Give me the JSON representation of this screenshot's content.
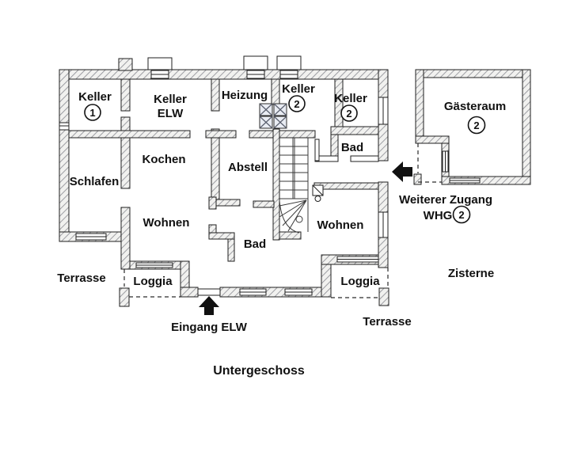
{
  "plan": {
    "title": "Untergeschoss",
    "rooms": {
      "keller1": {
        "label": "Keller",
        "number": "1"
      },
      "keller_elw": {
        "label_line1": "Keller",
        "label_line2": "ELW"
      },
      "heizung": {
        "label": "Heizung"
      },
      "keller2_mitte": {
        "label": "Keller",
        "number": "2"
      },
      "keller2_rechts": {
        "label": "Keller",
        "number": "2"
      },
      "bad_oben": {
        "label": "Bad"
      },
      "schlafen": {
        "label": "Schlafen"
      },
      "kochen": {
        "label": "Kochen"
      },
      "abstell": {
        "label": "Abstell"
      },
      "wohnen_links": {
        "label": "Wohnen"
      },
      "bad_mitte": {
        "label": "Bad"
      },
      "wohnen_rechts": {
        "label": "Wohnen"
      },
      "loggia_links": {
        "label": "Loggia"
      },
      "loggia_rechts": {
        "label": "Loggia"
      },
      "gaesteraum": {
        "label": "Gästeraum",
        "number": "2"
      }
    },
    "annotations": {
      "terrasse_links": "Terrasse",
      "terrasse_rechts": "Terrasse",
      "eingang_elw": "Eingang ELW",
      "weiterer_zugang": "Weiterer Zugang",
      "whg": "WHG",
      "whg_number": "2",
      "zisterne": "Zisterne"
    },
    "colors": {
      "line": "#1f1f1f",
      "hatch": "#8f9096",
      "background": "#ffffff"
    }
  }
}
